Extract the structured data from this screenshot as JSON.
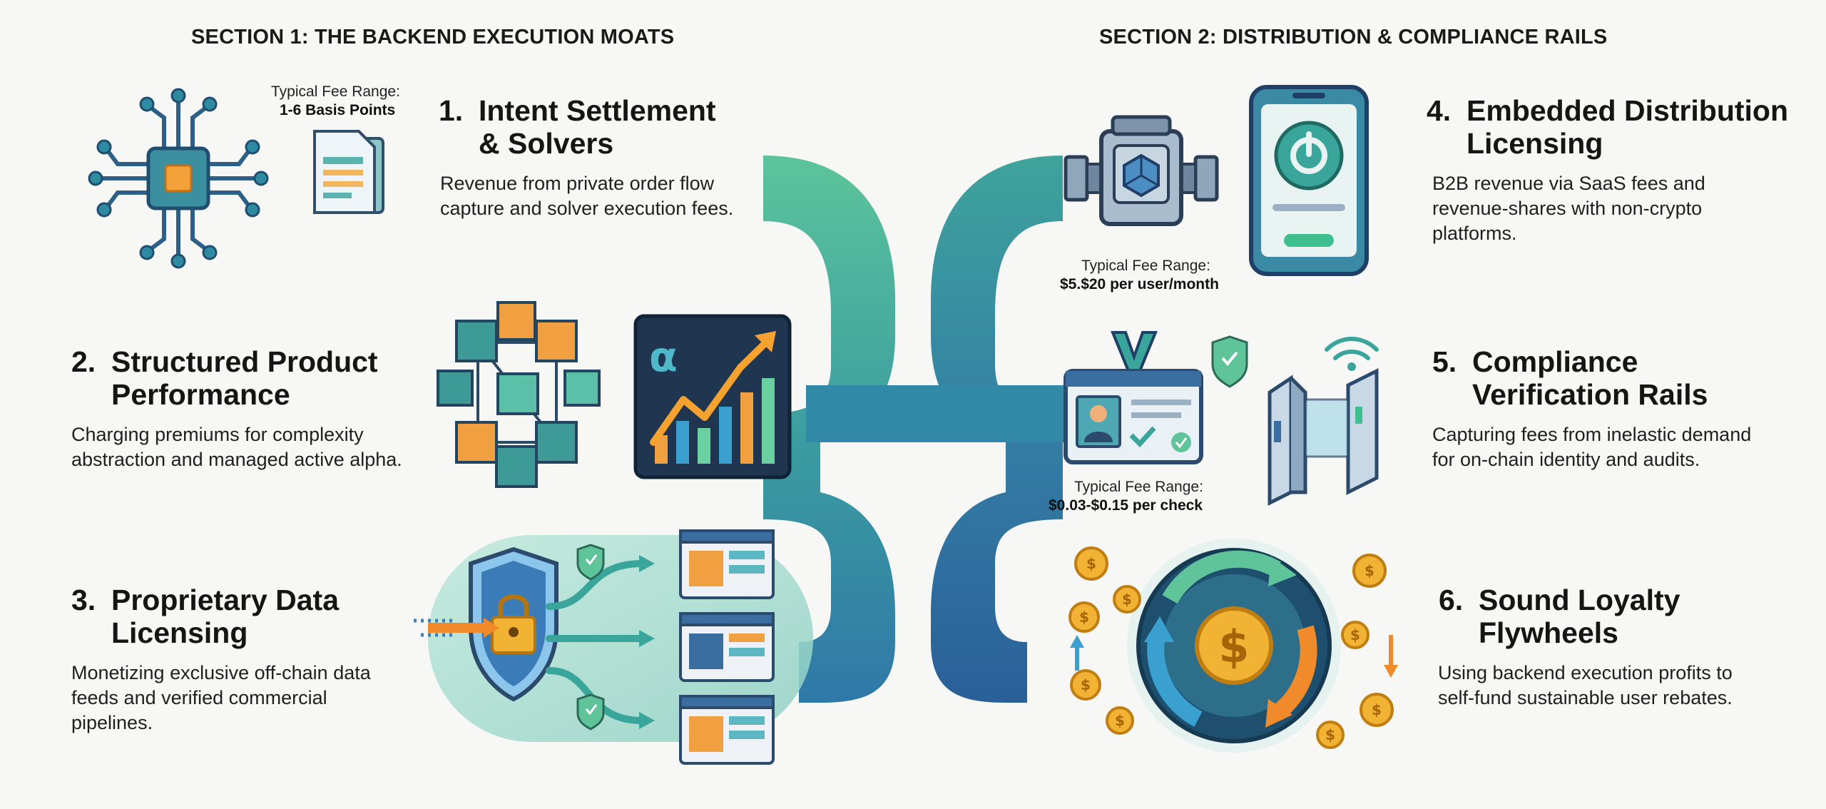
{
  "section1": {
    "title": "SECTION 1: THE BACKEND EXECUTION MOATS"
  },
  "section2": {
    "title": "SECTION 2: DISTRIBUTION & COMPLIANCE RAILS"
  },
  "items": [
    {
      "number": "1.",
      "title_line1": "Intent Settlement",
      "title_line2": "& Solvers",
      "description": "Revenue from private order flow capture and solver execution fees.",
      "fee_label": "Typical Fee Range:",
      "fee_value": "1-6 Basis Points",
      "icons": [
        "processor-chip-icon",
        "document-icon"
      ]
    },
    {
      "number": "2.",
      "title_line1": "Structured Product",
      "title_line2": "Performance",
      "description": "Charging premiums for complexity abstraction and managed active alpha.",
      "icons": [
        "cube-network-icon",
        "alpha-growth-chart-icon"
      ]
    },
    {
      "number": "3.",
      "title_line1": "Proprietary Data",
      "title_line2": "Licensing",
      "description": "Monetizing exclusive off-chain data feeds and verified commercial pipelines.",
      "icons": [
        "shield-lock-icon",
        "data-window-icon"
      ]
    },
    {
      "number": "4.",
      "title_line1": "Embedded Distribution",
      "title_line2": "Licensing",
      "description": "B2B revenue via SaaS fees and revenue-shares with non-crypto platforms.",
      "fee_label": "Typical Fee Range:",
      "fee_value": "$5.$20 per user/month",
      "icons": [
        "engine-icon",
        "smartphone-power-icon"
      ]
    },
    {
      "number": "5.",
      "title_line1": "Compliance",
      "title_line2": "Verification Rails",
      "description": "Capturing fees from inelastic demand for on-chain identity and audits.",
      "fee_label": "Typical Fee Range:",
      "fee_value": "$0.03-$0.15 per check",
      "icons": [
        "id-badge-icon",
        "security-gate-icon"
      ]
    },
    {
      "number": "6.",
      "title_line1": "Sound Loyalty",
      "title_line2": "Flywheels",
      "description": "Using backend execution profits to self-fund sustainable user rebates.",
      "icons": [
        "flywheel-coin-icon"
      ]
    }
  ],
  "colors": {
    "teal": "#3aa59a",
    "green": "#5fc49a",
    "blue": "#2f6fa8",
    "navy": "#1f3f66",
    "orange": "#f08a2a",
    "gold": "#f2b233",
    "background": "#f7f7f5"
  }
}
